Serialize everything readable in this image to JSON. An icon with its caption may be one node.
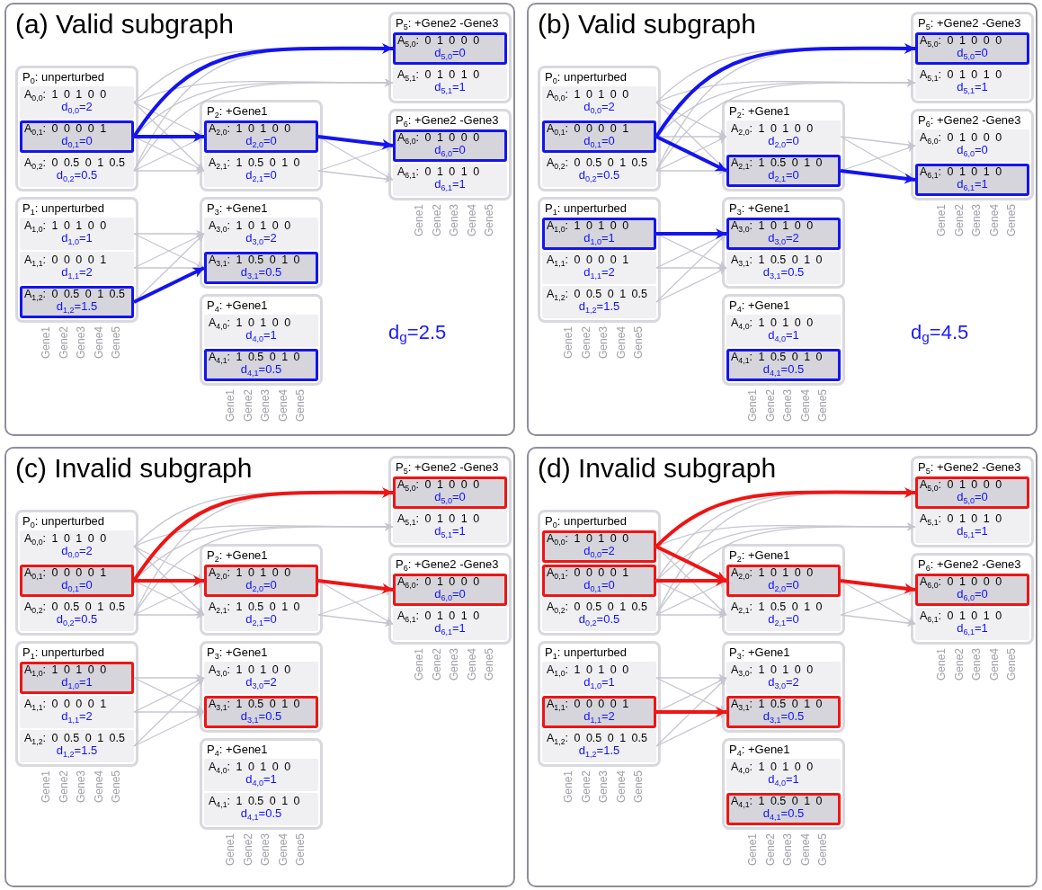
{
  "diagram": {
    "nodes": [
      {
        "text": [
          "(a) Valid subgraph"
        ]
      },
      {
        "text": [
          "P$_{0}$: unperturbed"
        ],
        "in": 0
      },
      {
        "text": [
          "A$_{0,0}$: 1 0 1 0 0",
          "d$_{0,0}$=2"
        ],
        "in": 1
      },
      {
        "text": [
          "A$_{0,1}$: 0 0 0 0 1",
          "d$_{0,1}$=0"
        ],
        "in": 1
      },
      {
        "text": [
          "A$_{0,2}$: 0 0.5 0 1 0.5",
          "d$_{0,2}$=0.5"
        ],
        "in": 1
      },
      {
        "text": [
          "P$_{1}$: unperturbed"
        ],
        "in": 0
      },
      {
        "text": [
          "A$_{1,0}$: 1 0 1 0 0",
          "d$_{1,0}$=1"
        ],
        "in": 5
      },
      {
        "text": [
          "A$_{1,1}$: 0 0 0 0 1",
          "d$_{1,1}$=2"
        ],
        "in": 5
      },
      {
        "text": [
          "A$_{1,2}$: 0 0.5 0 1 0.5",
          "d$_{1,2}$=1.5"
        ],
        "in": 5
      },
      {
        "text": [
          "P$_{2}$: +Gene1"
        ],
        "in": 0
      },
      {
        "text": [
          "A$_{2,0}$: 1 0 1 0 0",
          "d$_{2,0}$=0"
        ],
        "in": 9
      },
      {
        "text": [
          "A$_{2,1}$: 1 0.5 0 1 0",
          "d$_{2,1}$=0"
        ],
        "in": 9
      },
      {
        "text": [
          "P$_{3}$: +Gene1"
        ],
        "in": 0
      },
      {
        "text": [
          "A$_{3,0}$: 1 0 1 0 0",
          "d$_{3,0}$=2"
        ],
        "in": 12
      },
      {
        "text": [
          "A$_{3,1}$: 1 0.5 0 1 0",
          "d$_{3,1}$=0.5"
        ],
        "in": 12
      },
      {
        "text": [
          "P$_{4}$: +Gene1"
        ],
        "in": 0
      },
      {
        "text": [
          "A$_{4,0}$: 1 0 1 0 0",
          "d$_{4,0}$=1"
        ],
        "in": 15
      },
      {
        "text": [
          "A$_{4,1}$: 1 0.5 0 1 0",
          "d$_{4,1}$=0.5"
        ],
        "in": 15
      },
      {
        "text": [
          "P$_{5}$: +Gene2 -Gene3"
        ],
        "in": 0
      },
      {
        "text": [
          "A$_{5,0}$: 0 1 0 0 0",
          "d$_{5,0}$=0"
        ],
        "in": 18
      },
      {
        "text": [
          "A$_{5,1}$: 0 1 0 1 0",
          "d$_{5,1}$=1"
        ],
        "in": 18
      },
      {
        "text": [
          "P$_{6}$: +Gene2 -Gene3"
        ],
        "in": 0
      },
      {
        "text": [
          "A$_{6,0}$: 0 1 0 0 0",
          "d$_{6,0}$=0"
        ],
        "in": 21
      },
      {
        "text": [
          "A$_{6,1}$: 0 1 0 1 0",
          "d$_{6,1}$=1"
        ],
        "in": 21
      },
      {
        "text": [
          "(b) Valid subgraph"
        ]
      },
      {
        "text": [
          "P$_{0}$: unperturbed"
        ],
        "in": 24
      },
      {
        "text": [
          "A$_{0,0}$: 1 0 1 0 0",
          "d$_{0,0}$=2"
        ],
        "in": 25
      },
      {
        "text": [
          "A$_{0,1}$: 0 0 0 0 1",
          "d$_{0,1}$=0"
        ],
        "in": 25
      },
      {
        "text": [
          "A$_{0,2}$: 0 0.5 0 1 0.5",
          "d$_{0,2}$=0.5"
        ],
        "in": 25
      },
      {
        "text": [
          "P$_{1}$: unperturbed"
        ],
        "in": 24
      },
      {
        "text": [
          "A$_{1,0}$: 1 0 1 0 0",
          "d$_{1,0}$=1"
        ],
        "in": 29
      },
      {
        "text": [
          "A$_{1,1}$: 0 0 0 0 1",
          "d$_{1,1}$=2"
        ],
        "in": 29
      },
      {
        "text": [
          "A$_{1,2}$: 0 0.5 0 1 0.5",
          "d$_{1,2}$=1.5"
        ],
        "in": 29
      },
      {
        "text": [
          "P$_{2}$: +Gene1"
        ],
        "in": 24
      },
      {
        "text": [
          "A$_{2,0}$: 1 0 1 0 0",
          "d$_{2,0}$=0"
        ],
        "in": 33
      },
      {
        "text": [
          "A$_{2,1}$: 1 0.5 0 1 0",
          "d$_{2,1}$=0"
        ],
        "in": 33
      },
      {
        "text": [
          "P$_{3}$: +Gene1"
        ],
        "in": 24
      },
      {
        "text": [
          "A$_{3,0}$: 1 0 1 0 0",
          "d$_{3,0}$=2"
        ],
        "in": 36
      },
      {
        "text": [
          "A$_{3,1}$: 1 0.5 0 1 0",
          "d$_{3,1}$=0.5"
        ],
        "in": 36
      },
      {
        "text": [
          "P$_{4}$: +Gene1"
        ],
        "in": 24
      },
      {
        "text": [
          "A$_{4,0}$: 1 0 1 0 0",
          "d$_{4,0}$=1"
        ],
        "in": 39
      },
      {
        "text": [
          "A$_{4,1}$: 1 0.5 0 1 0",
          "d$_{4,1}$=0.5"
        ],
        "in": 39
      },
      {
        "text": [
          "P$_{5}$: +Gene2 -Gene3"
        ],
        "in": 24
      },
      {
        "text": [
          "A$_{5,0}$: 0 1 0 0 0",
          "d$_{5,0}$=0"
        ],
        "in": 42
      },
      {
        "text": [
          "A$_{5,1}$: 0 1 0 1 0",
          "d$_{5,1}$=1"
        ],
        "in": 42
      },
      {
        "text": [
          "P$_{6}$: +Gene2 -Gene3"
        ],
        "in": 24
      },
      {
        "text": [
          "A$_{6,0}$: 0 1 0 0 0",
          "d$_{6,0}$=0"
        ],
        "in": 45
      },
      {
        "text": [
          "A$_{6,1}$: 0 1 0 1 0",
          "d$_{6,1}$=1"
        ],
        "in": 45
      },
      {
        "text": [
          "(c) Invalid subgraph"
        ]
      },
      {
        "text": [
          "P$_{0}$: unperturbed"
        ],
        "in": 48
      },
      {
        "text": [
          "A$_{0,0}$: 1 0 1 0 0",
          "d$_{0,0}$=2"
        ],
        "in": 49
      },
      {
        "text": [
          "A$_{0,1}$: 0 0 0 0 1",
          "d$_{0,1}$=0"
        ],
        "in": 49
      },
      {
        "text": [
          "A$_{0,2}$: 0 0.5 0 1 0.5",
          "d$_{0,2}$=0.5"
        ],
        "in": 49
      },
      {
        "text": [
          "P$_{1}$: unperturbed"
        ],
        "in": 48
      },
      {
        "text": [
          "A$_{1,0}$: 1 0 1 0 0",
          "d$_{1,0}$=1"
        ],
        "in": 53
      },
      {
        "text": [
          "A$_{1,1}$: 0 0 0 0 1",
          "d$_{1,1}$=2"
        ],
        "in": 53
      },
      {
        "text": [
          "A$_{1,2}$: 0 0.5 0 1 0.5",
          "d$_{1,2}$=1.5"
        ],
        "in": 53
      },
      {
        "text": [
          "P$_{2}$: +Gene1"
        ],
        "in": 48
      },
      {
        "text": [
          "A$_{2,0}$: 1 0 1 0 0",
          "d$_{2,0}$=0"
        ],
        "in": 57
      },
      {
        "text": [
          "A$_{2,1}$: 1 0.5 0 1 0",
          "d$_{2,1}$=0"
        ],
        "in": 57
      },
      {
        "text": [
          "P$_{3}$: +Gene1"
        ],
        "in": 48
      },
      {
        "text": [
          "A$_{3,0}$: 1 0 1 0 0",
          "d$_{3,0}$=2"
        ],
        "in": 60
      },
      {
        "text": [
          "A$_{3,1}$: 1 0.5 0 1 0",
          "d$_{3,1}$=0.5"
        ],
        "in": 60
      },
      {
        "text": [
          "P$_{4}$: +Gene1"
        ],
        "in": 48
      },
      {
        "text": [
          "A$_{4,0}$: 1 0 1 0 0",
          "d$_{4,0}$=1"
        ],
        "in": 63
      },
      {
        "text": [
          "A$_{4,1}$: 1 0.5 0 1 0",
          "d$_{4,1}$=0.5"
        ],
        "in": 63
      },
      {
        "text": [
          "P$_{5}$: +Gene2 -Gene3"
        ],
        "in": 48
      },
      {
        "text": [
          "A$_{5,0}$: 0 1 0 0 0",
          "d$_{5,0}$=0"
        ],
        "in": 66
      },
      {
        "text": [
          "A$_{5,1}$: 0 1 0 1 0",
          "d$_{5,1}$=1"
        ],
        "in": 66
      },
      {
        "text": [
          "P$_{6}$: +Gene2 -Gene3"
        ],
        "in": 48
      },
      {
        "text": [
          "A$_{6,0}$: 0 1 0 0 0",
          "d$_{6,0}$=0"
        ],
        "in": 69
      },
      {
        "text": [
          "A$_{6,1}$: 0 1 0 1 0",
          "d$_{6,1}$=1"
        ],
        "in": 69
      },
      {
        "text": [
          "(d) Invalid subgraph"
        ]
      },
      {
        "text": [
          "P$_{0}$: unperturbed"
        ],
        "in": 72
      },
      {
        "text": [
          "A$_{0,0}$: 1 0 1 0 0",
          "d$_{0,0}$=2"
        ],
        "in": 73
      },
      {
        "text": [
          "A$_{0,1}$: 0 0 0 0 1",
          "d$_{0,1}$=0"
        ],
        "in": 73
      },
      {
        "text": [
          "A$_{0,2}$: 0 0.5 0 1 0.5",
          "d$_{0,2}$=0.5"
        ],
        "in": 73
      },
      {
        "text": [
          "P$_{1}$: unperturbed"
        ],
        "in": 72
      },
      {
        "text": [
          "A$_{1,0}$: 1 0 1 0 0",
          "d$_{1,0}$=1"
        ],
        "in": 77
      },
      {
        "text": [
          "A$_{1,1}$: 0 0 0 0 1",
          "d$_{1,1}$=2"
        ],
        "in": 77
      },
      {
        "text": [
          "A$_{1,2}$: 0 0.5 0 1 0.5",
          "d$_{1,2}$=1.5"
        ],
        "in": 77
      },
      {
        "text": [
          "P$_{2}$: +Gene1"
        ],
        "in": 72
      },
      {
        "text": [
          "A$_{2,0}$: 1 0 1 0 0",
          "d$_{2,0}$=0"
        ],
        "in": 81
      },
      {
        "text": [
          "A$_{2,1}$: 1 0.5 0 1 0",
          "d$_{2,1}$=0"
        ],
        "in": 81
      },
      {
        "text": [
          "P$_{3}$: +Gene1"
        ],
        "in": 72
      },
      {
        "text": [
          "A$_{3,0}$: 1 0 1 0 0",
          "d$_{3,0}$=2"
        ],
        "in": 84
      },
      {
        "text": [
          "A$_{3,1}$: 1 0.5 0 1 0",
          "d$_{3,1}$=0.5"
        ],
        "in": 84
      },
      {
        "text": [
          "P$_{4}$: +Gene1"
        ],
        "in": 72
      },
      {
        "text": [
          "A$_{4,0}$: 1 0 1 0 0",
          "d$_{4,0}$=1"
        ],
        "in": 87
      },
      {
        "text": [
          "A$_{4,1}$: 1 0.5 0 1 0",
          "d$_{4,1}$=0.5"
        ],
        "in": 87
      },
      {
        "text": [
          "P$_{5}$: +Gene2 -Gene3"
        ],
        "in": 72
      },
      {
        "text": [
          "A$_{5,0}$: 0 1 0 0 0",
          "d$_{5,0}$=0"
        ],
        "in": 90
      },
      {
        "text": [
          "A$_{5,1}$: 0 1 0 1 0",
          "d$_{5,1}$=1"
        ],
        "in": 90
      },
      {
        "text": [
          "P$_{6}$: +Gene2 -Gene3"
        ],
        "in": 72
      },
      {
        "text": [
          "A$_{6,0}$: 0 1 0 0 0",
          "d$_{6,0}$=0"
        ],
        "in": 93
      },
      {
        "text": [
          "A$_{6,1}$: 0 1 0 1 0",
          "d$_{6,1}$=1"
        ],
        "in": 93
      }
    ],
    "edges": [
      {
        "from": 2,
        "to": 10,
        "arrow": "to"
      },
      {
        "from": 2,
        "to": 11,
        "arrow": "to"
      },
      {
        "from": 3,
        "to": 10,
        "arrow": "to",
        "style": "thick",
        "color": "#1414f0"
      },
      {
        "from": 3,
        "to": 11,
        "arrow": "to"
      },
      {
        "from": 4,
        "to": 10,
        "arrow": "to"
      },
      {
        "from": 4,
        "to": 11,
        "arrow": "to"
      },
      {
        "from": 2,
        "to": 19,
        "arrow": "to"
      },
      {
        "from": 2,
        "to": 20,
        "arrow": "to"
      },
      {
        "from": 3,
        "to": 19,
        "arrow": "to",
        "style": "thick",
        "color": "#1414f0"
      },
      {
        "from": 3,
        "to": 20,
        "arrow": "to"
      },
      {
        "from": 4,
        "to": 19,
        "arrow": "to"
      },
      {
        "from": 4,
        "to": 20,
        "arrow": "to"
      },
      {
        "from": 6,
        "to": 13,
        "arrow": "to"
      },
      {
        "from": 6,
        "to": 14,
        "arrow": "to"
      },
      {
        "from": 7,
        "to": 13,
        "arrow": "to"
      },
      {
        "from": 7,
        "to": 14,
        "arrow": "to"
      },
      {
        "from": 8,
        "to": 13,
        "arrow": "to"
      },
      {
        "from": 8,
        "to": 14,
        "arrow": "to",
        "style": "thick",
        "color": "#1414f0"
      },
      {
        "from": 10,
        "to": 22,
        "arrow": "to",
        "style": "thick",
        "color": "#1414f0"
      },
      {
        "from": 10,
        "to": 23,
        "arrow": "to"
      },
      {
        "from": 11,
        "to": 22,
        "arrow": "to"
      },
      {
        "from": 11,
        "to": 23,
        "arrow": "to"
      },
      {
        "from": 26,
        "to": 34,
        "arrow": "to"
      },
      {
        "from": 26,
        "to": 35,
        "arrow": "to"
      },
      {
        "from": 27,
        "to": 34,
        "arrow": "to"
      },
      {
        "from": 27,
        "to": 35,
        "arrow": "to",
        "style": "thick",
        "color": "#1414f0"
      },
      {
        "from": 28,
        "to": 34,
        "arrow": "to"
      },
      {
        "from": 28,
        "to": 35,
        "arrow": "to"
      },
      {
        "from": 26,
        "to": 43,
        "arrow": "to"
      },
      {
        "from": 26,
        "to": 44,
        "arrow": "to"
      },
      {
        "from": 27,
        "to": 43,
        "arrow": "to",
        "style": "thick",
        "color": "#1414f0"
      },
      {
        "from": 27,
        "to": 44,
        "arrow": "to"
      },
      {
        "from": 28,
        "to": 43,
        "arrow": "to"
      },
      {
        "from": 28,
        "to": 44,
        "arrow": "to"
      },
      {
        "from": 30,
        "to": 37,
        "arrow": "to",
        "style": "thick",
        "color": "#1414f0"
      },
      {
        "from": 30,
        "to": 38,
        "arrow": "to"
      },
      {
        "from": 31,
        "to": 37,
        "arrow": "to"
      },
      {
        "from": 31,
        "to": 38,
        "arrow": "to"
      },
      {
        "from": 32,
        "to": 37,
        "arrow": "to"
      },
      {
        "from": 32,
        "to": 38,
        "arrow": "to"
      },
      {
        "from": 34,
        "to": 46,
        "arrow": "to"
      },
      {
        "from": 34,
        "to": 47,
        "arrow": "to"
      },
      {
        "from": 35,
        "to": 46,
        "arrow": "to"
      },
      {
        "from": 35,
        "to": 47,
        "arrow": "to",
        "style": "thick",
        "color": "#1414f0"
      },
      {
        "from": 50,
        "to": 58,
        "arrow": "to"
      },
      {
        "from": 50,
        "to": 59,
        "arrow": "to"
      },
      {
        "from": 51,
        "to": 58,
        "arrow": "to",
        "style": "thick",
        "color": "#f01414"
      },
      {
        "from": 51,
        "to": 59,
        "arrow": "to"
      },
      {
        "from": 52,
        "to": 58,
        "arrow": "to"
      },
      {
        "from": 52,
        "to": 59,
        "arrow": "to"
      },
      {
        "from": 50,
        "to": 67,
        "arrow": "to"
      },
      {
        "from": 50,
        "to": 68,
        "arrow": "to"
      },
      {
        "from": 51,
        "to": 67,
        "arrow": "to",
        "style": "thick",
        "color": "#f01414"
      },
      {
        "from": 51,
        "to": 68,
        "arrow": "to"
      },
      {
        "from": 52,
        "to": 67,
        "arrow": "to"
      },
      {
        "from": 52,
        "to": 68,
        "arrow": "to"
      },
      {
        "from": 54,
        "to": 61,
        "arrow": "to"
      },
      {
        "from": 54,
        "to": 62,
        "arrow": "to"
      },
      {
        "from": 55,
        "to": 61,
        "arrow": "to"
      },
      {
        "from": 55,
        "to": 62,
        "arrow": "to"
      },
      {
        "from": 56,
        "to": 61,
        "arrow": "to"
      },
      {
        "from": 56,
        "to": 62,
        "arrow": "to"
      },
      {
        "from": 58,
        "to": 70,
        "arrow": "to",
        "style": "thick",
        "color": "#f01414"
      },
      {
        "from": 58,
        "to": 71,
        "arrow": "to"
      },
      {
        "from": 59,
        "to": 70,
        "arrow": "to"
      },
      {
        "from": 59,
        "to": 71,
        "arrow": "to"
      },
      {
        "from": 74,
        "to": 82,
        "arrow": "to",
        "style": "thick",
        "color": "#f01414"
      },
      {
        "from": 74,
        "to": 83,
        "arrow": "to"
      },
      {
        "from": 75,
        "to": 82,
        "arrow": "to",
        "style": "thick",
        "color": "#f01414"
      },
      {
        "from": 75,
        "to": 83,
        "arrow": "to"
      },
      {
        "from": 76,
        "to": 82,
        "arrow": "to"
      },
      {
        "from": 76,
        "to": 83,
        "arrow": "to"
      },
      {
        "from": 74,
        "to": 91,
        "arrow": "to",
        "style": "thick",
        "color": "#f01414"
      },
      {
        "from": 74,
        "to": 92,
        "arrow": "to"
      },
      {
        "from": 75,
        "to": 91,
        "arrow": "to"
      },
      {
        "from": 75,
        "to": 92,
        "arrow": "to"
      },
      {
        "from": 76,
        "to": 91,
        "arrow": "to"
      },
      {
        "from": 76,
        "to": 92,
        "arrow": "to"
      },
      {
        "from": 78,
        "to": 85,
        "arrow": "to"
      },
      {
        "from": 78,
        "to": 86,
        "arrow": "to"
      },
      {
        "from": 79,
        "to": 85,
        "arrow": "to"
      },
      {
        "from": 79,
        "to": 86,
        "arrow": "to",
        "style": "thick",
        "color": "#f01414"
      },
      {
        "from": 80,
        "to": 85,
        "arrow": "to"
      },
      {
        "from": 80,
        "to": 86,
        "arrow": "to"
      },
      {
        "from": 82,
        "to": 94,
        "arrow": "to",
        "style": "thick",
        "color": "#f01414"
      },
      {
        "from": 82,
        "to": 95,
        "arrow": "to"
      },
      {
        "from": 83,
        "to": 94,
        "arrow": "to"
      },
      {
        "from": 83,
        "to": 95,
        "arrow": "to"
      }
    ],
    "labels": [
      "Gene1",
      "Gene2",
      "Gene3",
      "Gene4",
      "Gene5",
      "Gene1",
      "Gene2",
      "Gene3",
      "Gene4",
      "Gene5",
      "Gene1",
      "Gene2",
      "Gene3",
      "Gene4",
      "Gene5",
      "d$_{g}$=2.5",
      "Gene1",
      "Gene2",
      "Gene3",
      "Gene4",
      "Gene5",
      "Gene1",
      "Gene2",
      "Gene3",
      "Gene4",
      "Gene5",
      "Gene1",
      "Gene2",
      "Gene3",
      "Gene4",
      "Gene5",
      "d$_{g}$=4.5",
      "Gene1",
      "Gene2",
      "Gene3",
      "Gene4",
      "Gene5",
      "Gene1",
      "Gene2",
      "Gene3",
      "Gene4",
      "Gene5",
      "Gene1",
      "Gene2",
      "Gene3",
      "Gene4",
      "Gene5",
      "Gene1",
      "Gene2",
      "Gene3",
      "Gene4",
      "Gene5",
      "Gene1",
      "Gene2",
      "Gene3",
      "Gene4",
      "Gene5",
      "Gene1",
      "Gene2",
      "Gene3",
      "Gene4",
      "Gene5"
    ]
  }
}
